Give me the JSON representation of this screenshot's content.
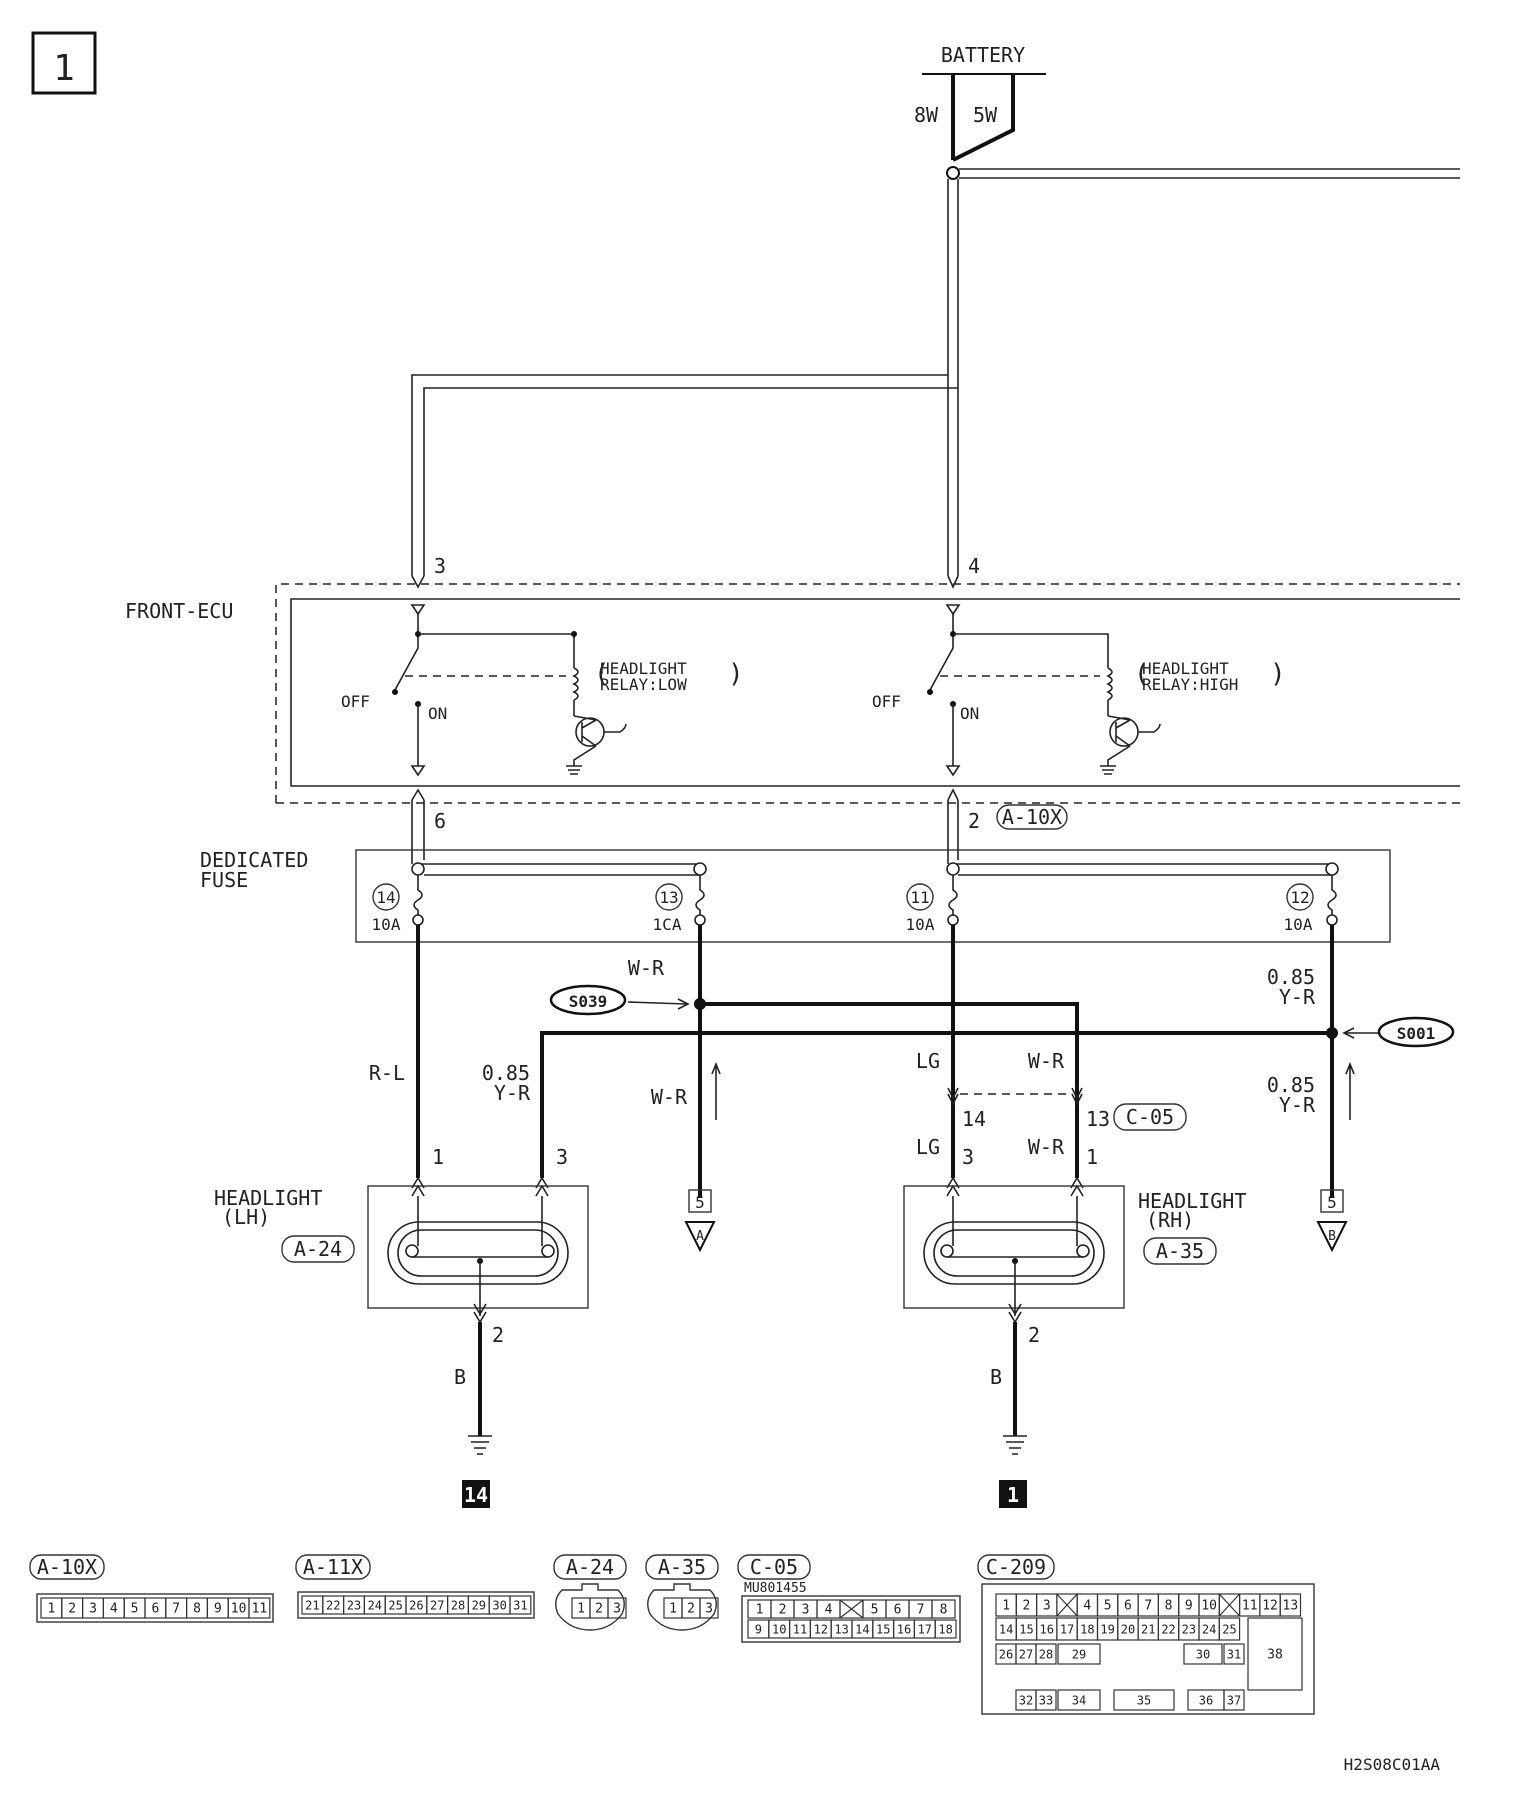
{
  "page": {
    "number": "1",
    "code": "H2S08C01AA"
  },
  "battery": {
    "label": "BATTERY",
    "left_fuse": "8W",
    "right_fuse": "5W"
  },
  "front_ecu": {
    "label": "FRONT-ECU",
    "pins": {
      "in_left": "3",
      "in_right": "4",
      "out_left": "6",
      "out_right": "2"
    },
    "out_connector": "A-10X",
    "switch_off": "OFF",
    "switch_on": "ON",
    "relay_low": {
      "line1": "HEADLIGHT",
      "line2": "RELAY:LOW"
    },
    "relay_high": {
      "line1": "HEADLIGHT",
      "line2": "RELAY:HIGH"
    }
  },
  "dedicated_fuse": {
    "label_line1": "DEDICATED",
    "label_line2": "FUSE",
    "fuses": [
      {
        "num": "14",
        "rating": "10A"
      },
      {
        "num": "13",
        "rating": "1CA"
      },
      {
        "num": "11",
        "rating": "10A"
      },
      {
        "num": "12",
        "rating": "10A"
      }
    ]
  },
  "splices": {
    "left": "S039",
    "right": "S001"
  },
  "wire_labels": {
    "rl": "R-L",
    "wr": "W-R",
    "lg": "LG",
    "b": "B",
    "size085": "0.85",
    "yr": "Y-R"
  },
  "junction": {
    "connector": "C-05",
    "pin_lg": "14",
    "pin_wr": "13"
  },
  "headlight_lh": {
    "line1": "HEADLIGHT",
    "line2": "(LH)",
    "connector": "A-24",
    "pin_a": "1",
    "pin_b": "3",
    "pin_ground": "2"
  },
  "headlight_rh": {
    "line1": "HEADLIGHT",
    "line2": "(RH)",
    "connector": "A-35",
    "pin_a": "3",
    "pin_b": "1",
    "pin_ground": "2"
  },
  "offpage": {
    "left": {
      "num": "5",
      "letter": "A"
    },
    "right": {
      "num": "5",
      "letter": "B"
    }
  },
  "grounds": {
    "left": "14",
    "right": "1"
  },
  "connectors": {
    "a10x": {
      "label": "A-10X",
      "pins": [
        "1",
        "2",
        "3",
        "4",
        "5",
        "6",
        "7",
        "8",
        "9",
        "10",
        "11"
      ]
    },
    "a11x": {
      "label": "A-11X",
      "pins": [
        "21",
        "22",
        "23",
        "24",
        "25",
        "26",
        "27",
        "28",
        "29",
        "30",
        "31"
      ]
    },
    "a24": {
      "label": "A-24",
      "pins": [
        "1",
        "2",
        "3"
      ]
    },
    "a35": {
      "label": "A-35",
      "pins": [
        "1",
        "2",
        "3"
      ]
    },
    "c05": {
      "label": "C-05",
      "part": "MU801455",
      "row1": [
        "1",
        "2",
        "3",
        "4",
        "",
        "5",
        "6",
        "7",
        "8"
      ],
      "row2": [
        "9",
        "10",
        "11",
        "12",
        "13",
        "14",
        "15",
        "16",
        "17",
        "18"
      ]
    },
    "c209": {
      "label": "C-209",
      "row1": [
        "1",
        "2",
        "3",
        "",
        "4",
        "5",
        "6",
        "7",
        "8",
        "9",
        "10",
        "",
        "11",
        "12",
        "13"
      ],
      "row2": [
        "14",
        "15",
        "16",
        "17",
        "18",
        "19",
        "20",
        "21",
        "22",
        "23",
        "24",
        "25"
      ],
      "row3": [
        "26",
        "27",
        "28",
        "29",
        "30",
        "31"
      ],
      "row4": [
        "32",
        "33",
        "34",
        "35",
        "36",
        "37"
      ],
      "big": "38"
    }
  }
}
